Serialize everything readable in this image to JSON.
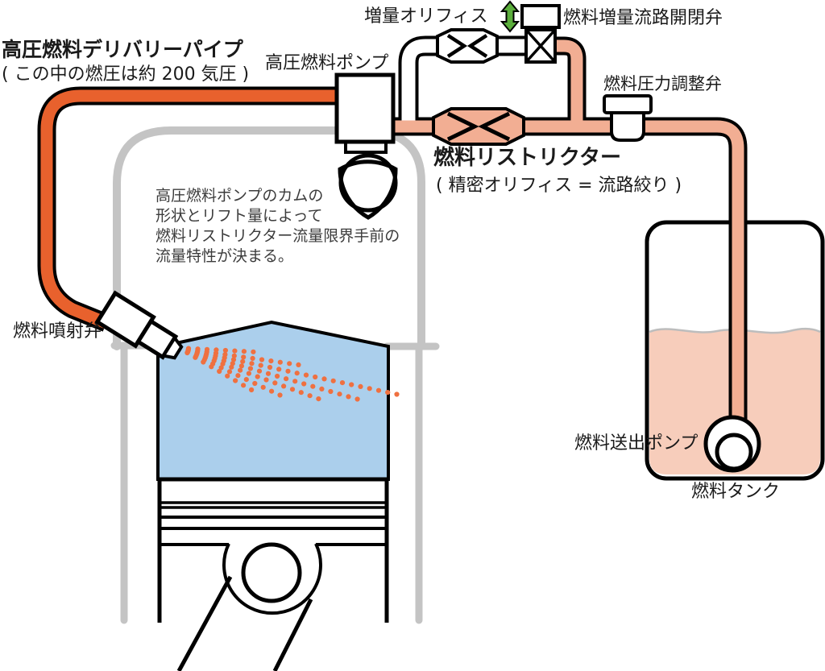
{
  "labels": {
    "delivery_pipe_title": "高圧燃料デリバリーパイプ",
    "delivery_pipe_sub": "( この中の燃圧は約 200 気圧 )",
    "hp_pump": "高圧燃料ポンプ",
    "increase_orifice": "増量オリフィス",
    "increase_valve": "燃料増量流路開閉弁",
    "pressure_regulator": "燃料圧力調整弁",
    "restrictor": "燃料リストリクター",
    "restrictor_sub": "( 精密オリフィス = 流路絞り )",
    "injector": "燃料噴射弁",
    "feed_pump": "燃料送出ポンプ",
    "fuel_tank": "燃料タンク",
    "note_line1": "高圧燃料ポンプのカムの",
    "note_line2": "形状とリフト量によって",
    "note_line3": "燃料リストリクター流量限界手前の",
    "note_line4": "流量特性が決まる。"
  },
  "colors": {
    "pipe_orange": "#E8612D",
    "pipe_pink": "#F2AE93",
    "fuel_pink_light": "#F7CDBB",
    "chamber_blue": "#ABCFEC",
    "arrow_green": "#5BAE3C",
    "restrictor_red": "#CF231C",
    "outline_gray": "#C4C4C4",
    "spray_orange": "#EF7040",
    "wave_gray": "#BDBDBD"
  }
}
